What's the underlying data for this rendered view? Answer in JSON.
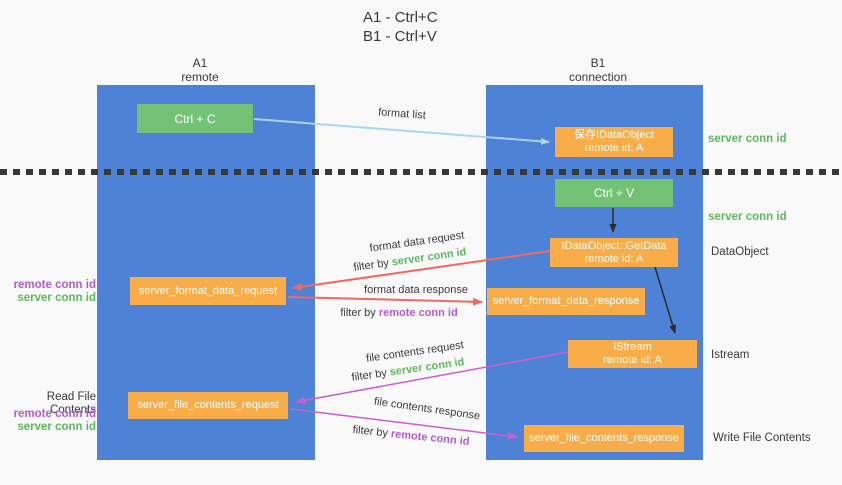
{
  "title": {
    "line1": "A1 - Ctrl+C",
    "line2": "B1 - Ctrl+V"
  },
  "lifelines": {
    "left": {
      "name": "A1",
      "role": "remote"
    },
    "right": {
      "name": "B1",
      "role": "connection"
    }
  },
  "boxes": {
    "ctrl_c": {
      "label": "Ctrl + C"
    },
    "save_idataobject": {
      "line1": "保存IDataObject",
      "line2": "remote id: A"
    },
    "ctrl_v": {
      "label": "Ctrl + V"
    },
    "getdata": {
      "line1": "IDataObject::GetData",
      "line2": "remote id: A"
    },
    "format_request": {
      "label": "server_format_data_request"
    },
    "format_response": {
      "label": "server_format_data_response"
    },
    "istream": {
      "line1": "IStream",
      "line2": "remote id: A"
    },
    "file_request": {
      "label": "server_file_contents_request"
    },
    "file_response": {
      "label": "server_file_contents_response"
    }
  },
  "side_labels": {
    "server_conn_id_top": "server conn id",
    "server_conn_id_mid": "server conn id",
    "dataobject": "DataObject",
    "istream": "Istream",
    "write_file_contents": "Write File Contents",
    "read_file_contents": "Read File Contents",
    "pair1": {
      "remote": "remote conn id",
      "server": "server conn id"
    },
    "pair2": {
      "remote": "remote conn id",
      "server": "server conn id"
    }
  },
  "arrow_labels": {
    "format_list": "format list",
    "format_data_request": "format data request",
    "filter_server_1": {
      "prefix": "filter by ",
      "value": "server conn id"
    },
    "format_data_response": "format data response",
    "filter_remote_1": {
      "prefix": "filter by ",
      "value": "remote conn id"
    },
    "file_contents_request": "file contents request",
    "filter_server_2": {
      "prefix": "filter by ",
      "value": "server conn id"
    },
    "file_contents_response": "file contents response",
    "filter_remote_2": {
      "prefix": "filter by ",
      "value": "remote conn id"
    }
  },
  "colors": {
    "lifeline_blue": "#4d82d6",
    "box_green": "#74c276",
    "box_orange": "#f9ad49",
    "label_green": "#5cb85c",
    "label_purple": "#b35bcd",
    "arrow_red": "#ee6a60",
    "arrow_magenta": "#c95fd0",
    "arrow_light_blue": "#a9d5f2",
    "arrow_black": "#2b2b2b",
    "divider_black": "#383838"
  }
}
